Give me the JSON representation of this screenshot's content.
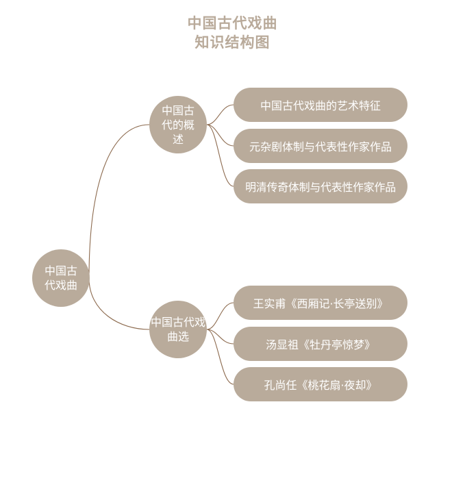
{
  "title": {
    "line1": "中国古代戏曲",
    "line2": "知识结构图"
  },
  "root": {
    "label": "中国古代戏曲"
  },
  "branches": [
    {
      "label": "中国古代的概述",
      "children": [
        "中国古代戏曲的艺术特征",
        "元杂剧体制与代表性作家作品",
        "明清传奇体制与代表性作家作品"
      ]
    },
    {
      "label": "中国古代戏曲选",
      "children": [
        "王实甫《西厢记·长亭送别》",
        "汤显祖《牡丹亭惊梦》",
        "孔尚任《桃花扇·夜却》"
      ]
    }
  ],
  "colors": {
    "node_fill": "#b9ab9b",
    "node_text": "#ffffff",
    "connector": "#8c6a4e",
    "title": "#b9aa9a"
  }
}
